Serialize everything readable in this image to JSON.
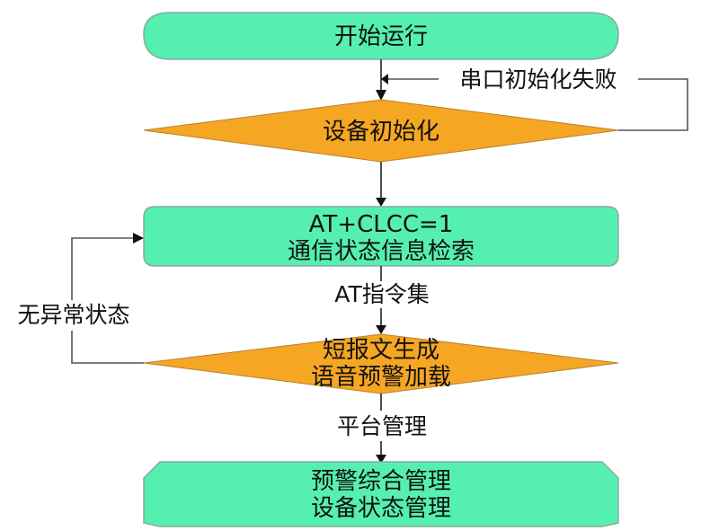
{
  "nodes": {
    "start": "开始运行",
    "init": "设备初始化",
    "query": [
      "AT+CLCC=1",
      "通信状态信息检索"
    ],
    "sms": [
      "短报文生成",
      "语音预警加载"
    ],
    "end": [
      "预警综合管理",
      "设备状态管理"
    ]
  },
  "edges": {
    "init_fail": "串口初始化失败",
    "at_cmd": "AT指令集",
    "no_abnormal": "无异常状态",
    "platform": "平台管理"
  },
  "colors": {
    "process_fill": "#55f0b0",
    "decision_fill": "#f5a623",
    "line": "#222222"
  }
}
